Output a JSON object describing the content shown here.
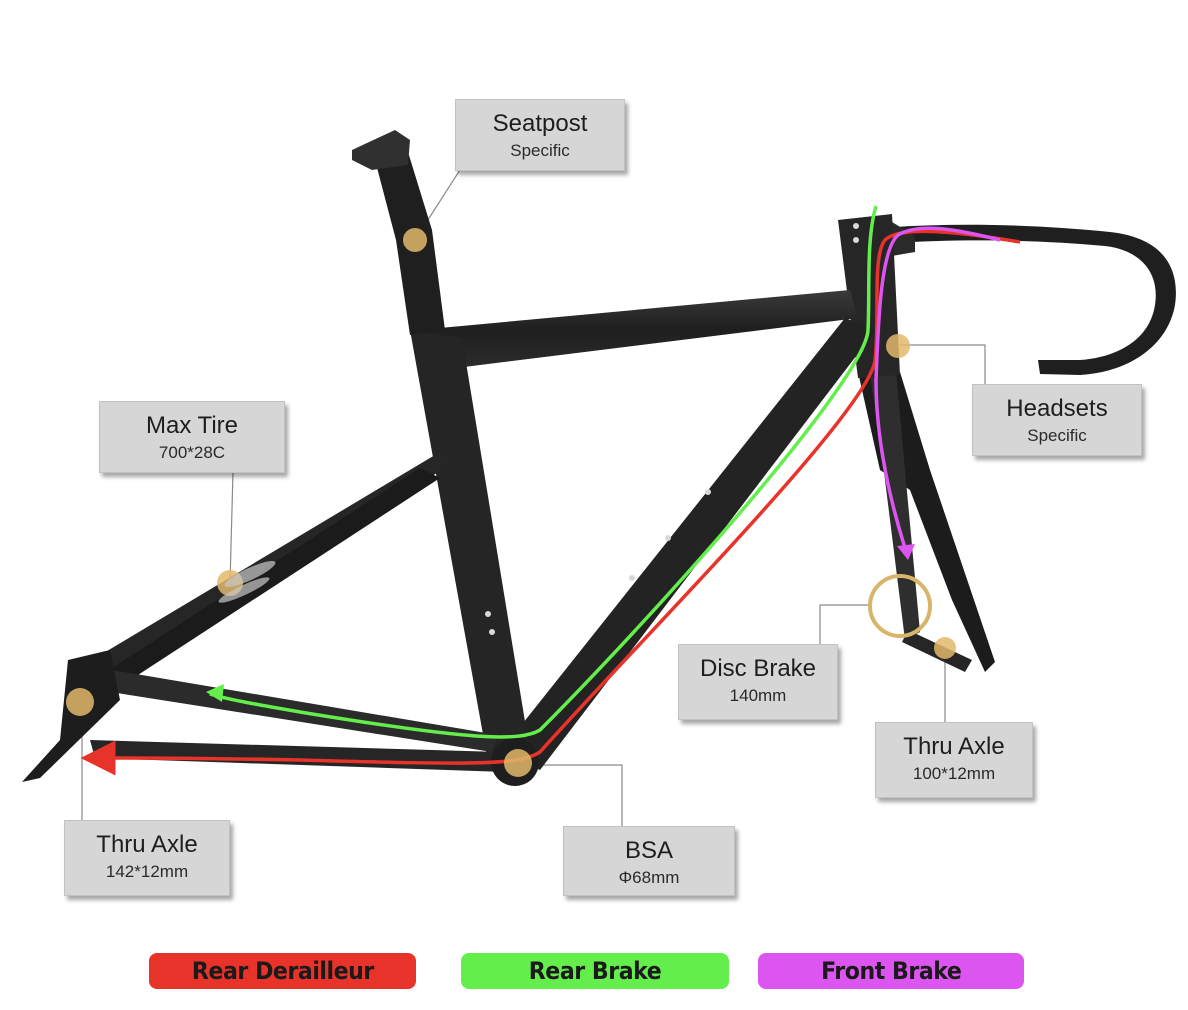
{
  "callouts": {
    "seatpost": {
      "title": "Seatpost",
      "sub": "Specific"
    },
    "max_tire": {
      "title": "Max Tire",
      "sub": "700*28C"
    },
    "headsets": {
      "title": "Headsets",
      "sub": "Specific"
    },
    "disc_brake": {
      "title": "Disc Brake",
      "sub": "140mm"
    },
    "thru_axle_front": {
      "title": "Thru Axle",
      "sub": "100*12mm"
    },
    "thru_axle_rear": {
      "title": "Thru Axle",
      "sub": "142*12mm"
    },
    "bsa": {
      "title": "BSA",
      "sub": "Φ68mm"
    }
  },
  "legend": [
    {
      "label": "Rear Derailleur",
      "color": "#e8332a"
    },
    {
      "label": "Rear Brake",
      "color": "#63ee4c"
    },
    {
      "label": "Front Brake",
      "color": "#dd55f0"
    }
  ],
  "colors": {
    "frame": "#232323",
    "marker": "#e2b96a",
    "callout_bg": "#d6d6d6",
    "leader": "#8a8a8a"
  }
}
